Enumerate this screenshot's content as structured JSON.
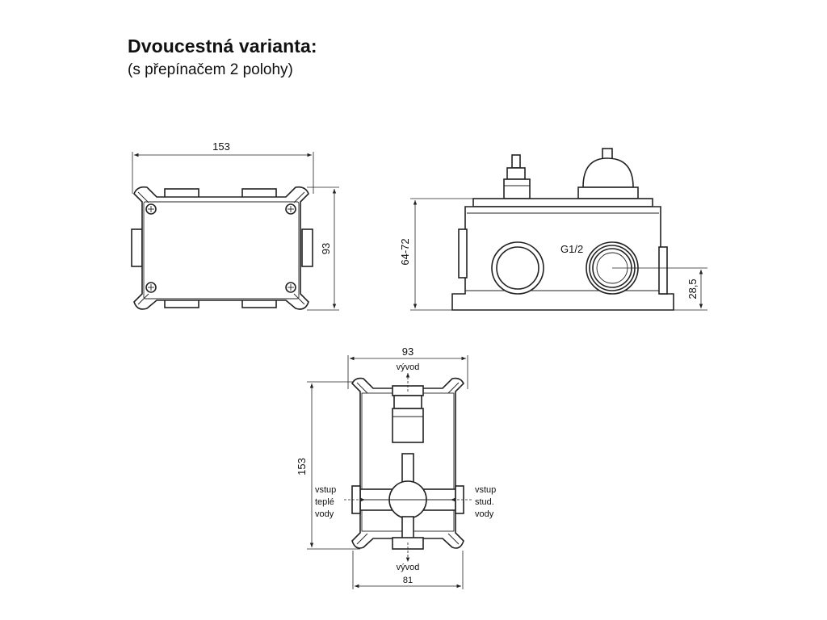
{
  "heading": {
    "title": "Dvoucestná varianta:",
    "subtitle": "(s přepínačem 2 polohy)"
  },
  "top_view": {
    "width_dim": "153",
    "height_dim": "93"
  },
  "side_view": {
    "height_dim": "64-72",
    "thread_label": "G1/2",
    "outlet_height_dim": "28,5"
  },
  "front_view": {
    "width_dim": "93",
    "bottom_width_dim": "81",
    "height_dim": "153",
    "outlet_top_label": "vývod",
    "outlet_bottom_label": "vývod",
    "inlet_left_label": [
      "vstup",
      "teplé",
      "vody"
    ],
    "inlet_right_label": [
      "vstup",
      "stud.",
      "vody"
    ]
  }
}
